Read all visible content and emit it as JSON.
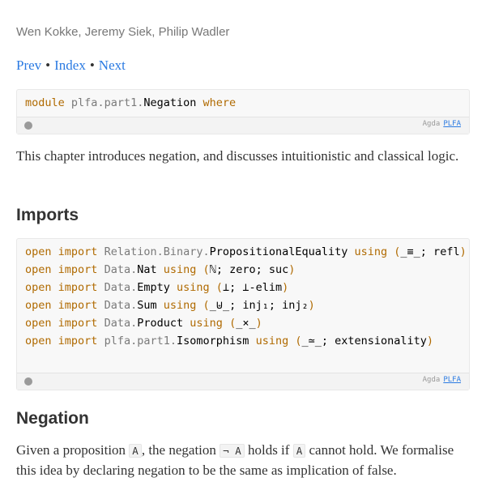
{
  "header": {
    "authors": "Wen Kokke, Jeremy Siek, Philip Wadler",
    "nav": {
      "prev": "Prev",
      "index": "Index",
      "next": "Next",
      "sep": "•"
    }
  },
  "module_block": {
    "kw_module": "module",
    "path_prefix": "plfa",
    "path_mid": "part1",
    "name": "Negation",
    "kw_where": "where",
    "footer_lang": "Agda",
    "footer_link": "PLFA"
  },
  "intro": "This chapter introduces negation, and discusses intuitionistic and classical logic.",
  "imports_heading": "Imports",
  "imports_block": {
    "lines": [
      {
        "open": "open",
        "import": "import",
        "mod1": "Relation",
        "mod2": "Binary",
        "name": "PropositionalEquality",
        "using": "using",
        "items": "_≡_; refl"
      },
      {
        "open": "open",
        "import": "import",
        "mod1": "Data",
        "mod2": "",
        "name": "Nat",
        "using": "using",
        "items": "ℕ; zero; suc"
      },
      {
        "open": "open",
        "import": "import",
        "mod1": "Data",
        "mod2": "",
        "name": "Empty",
        "using": "using",
        "items": "⊥; ⊥-elim"
      },
      {
        "open": "open",
        "import": "import",
        "mod1": "Data",
        "mod2": "",
        "name": "Sum",
        "using": "using",
        "items": "_⊎_; inj₁; inj₂"
      },
      {
        "open": "open",
        "import": "import",
        "mod1": "Data",
        "mod2": "",
        "name": "Product",
        "using": "using",
        "items": "_×_"
      },
      {
        "open": "open",
        "import": "import",
        "mod1": "plfa",
        "mod2": "part1",
        "name": "Isomorphism",
        "using": "using",
        "items": "_≃_; extensionality"
      }
    ],
    "footer_lang": "Agda",
    "footer_link": "PLFA"
  },
  "negation_heading": "Negation",
  "negation_para": {
    "t1": "Given a proposition ",
    "c1": "A",
    "t2": ", the negation ",
    "c2": "¬ A",
    "t3": " holds if ",
    "c3": "A",
    "t4": " cannot hold. We formalise this idea by declaring negation to be the same as implication of",
    "t5": "false."
  }
}
